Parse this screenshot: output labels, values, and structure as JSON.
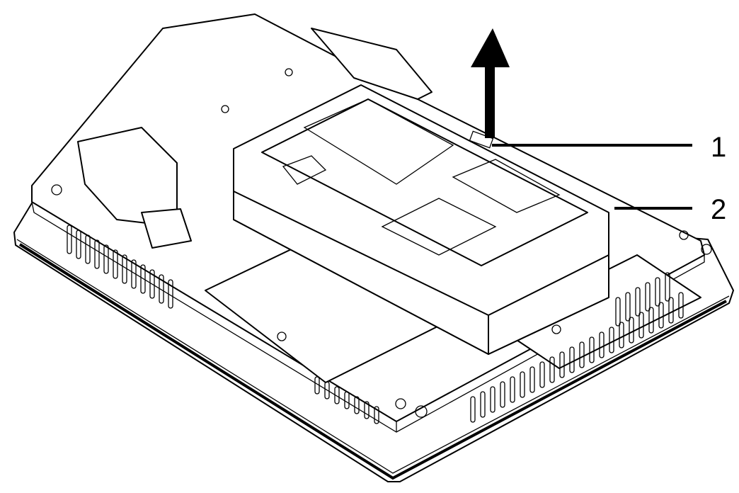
{
  "diagram": {
    "callouts": [
      {
        "label": "1"
      },
      {
        "label": "2"
      }
    ],
    "arrow_direction": "up",
    "colors": {
      "line": "#000000",
      "background": "#ffffff"
    }
  }
}
